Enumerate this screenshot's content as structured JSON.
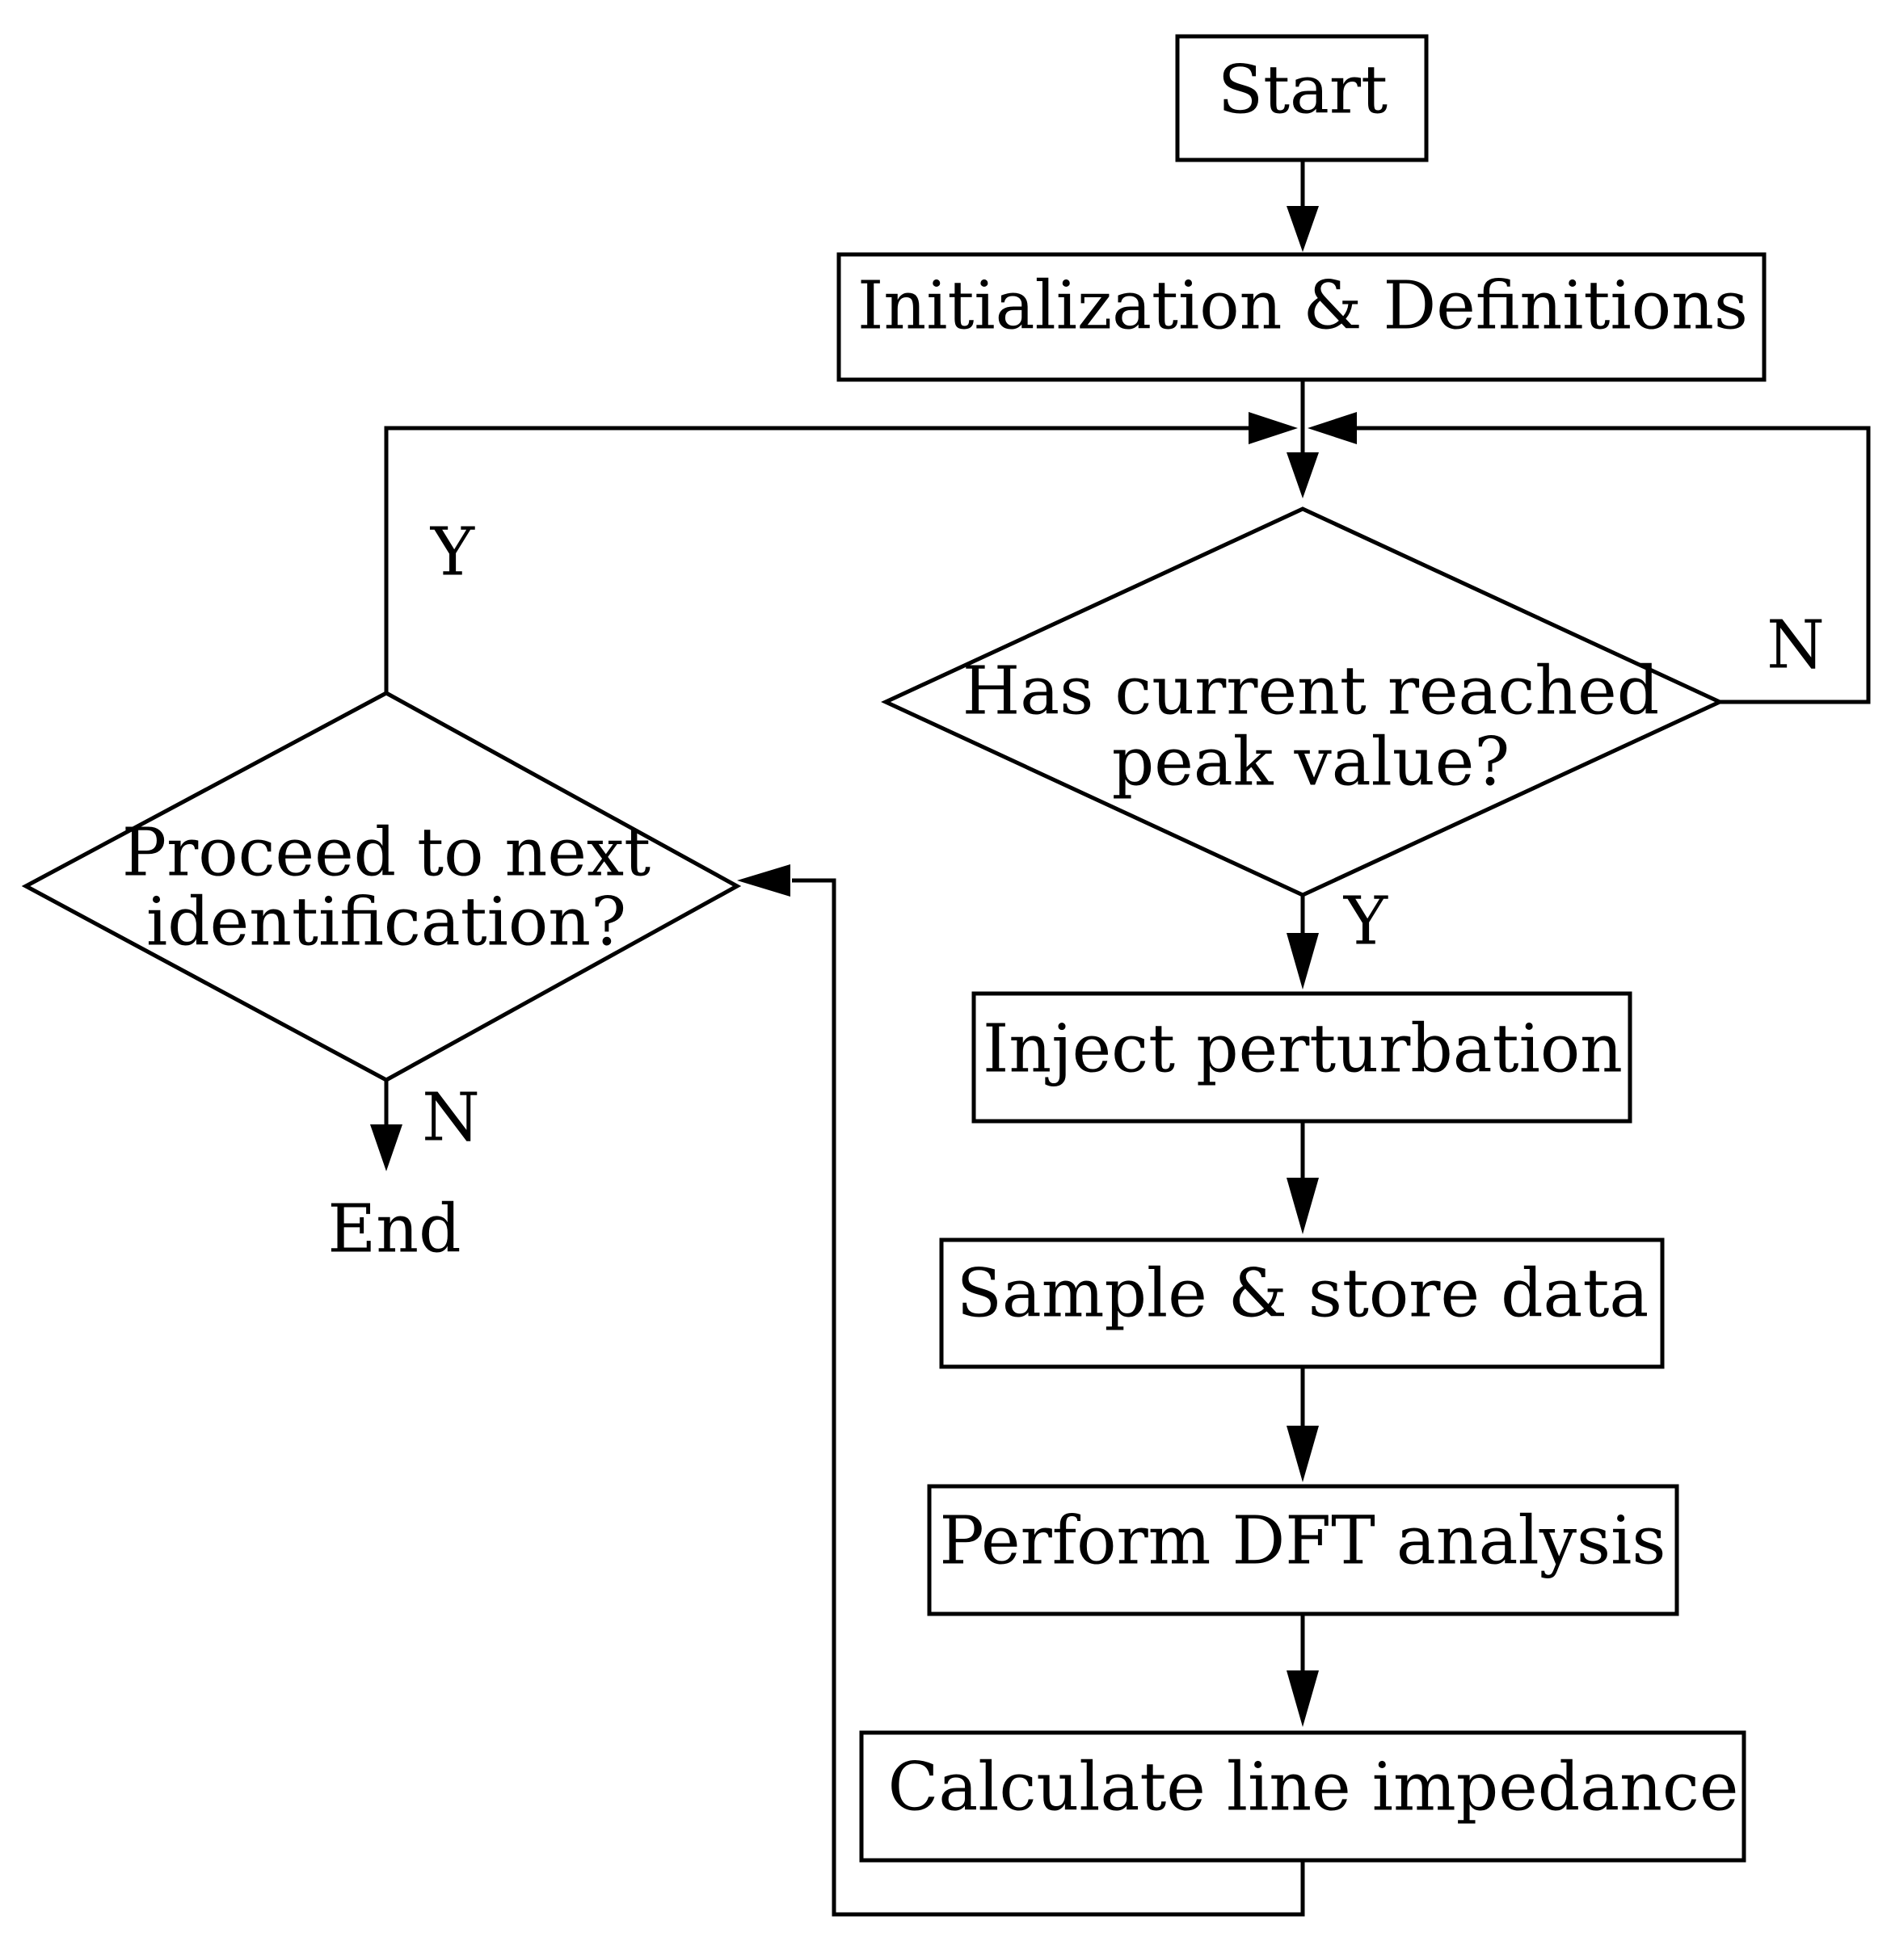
{
  "nodes": {
    "start": "Start",
    "init": "Initialization & Definitions",
    "decision_peak_line1": "Has current reached",
    "decision_peak_line2": "peak value?",
    "inject": "Inject perturbation",
    "sample": "Sample & store data",
    "dft": "Perform DFT analysis",
    "calc": "Calculate line impedance",
    "decision_next_line1": "Proceed to next",
    "decision_next_line2": "identification?",
    "end": "End"
  },
  "edges": {
    "next_yes": "Y",
    "peak_no": "N",
    "peak_yes": "Y",
    "next_no": "N"
  }
}
